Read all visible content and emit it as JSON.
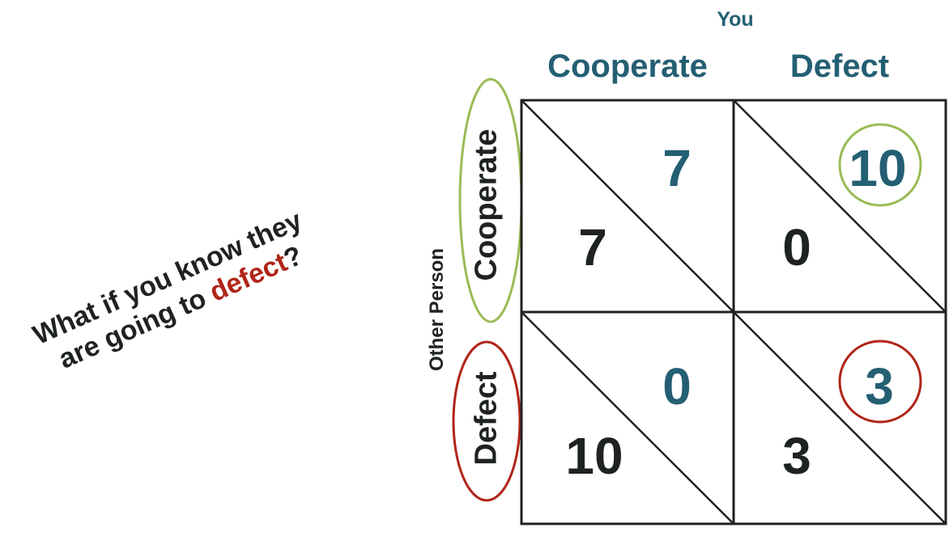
{
  "question": {
    "line1": "What if you know they",
    "line2_before": "are going to ",
    "line2_highlight": "defect",
    "line2_after": "?"
  },
  "column_player": "You",
  "row_player": "Other Person",
  "columns": [
    "Cooperate",
    "Defect"
  ],
  "rows": [
    "Cooperate",
    "Defect"
  ],
  "payoffs": [
    [
      {
        "you": "7",
        "other": "7"
      },
      {
        "you": "10",
        "other": "0"
      }
    ],
    [
      {
        "you": "0",
        "other": "10"
      },
      {
        "you": "3",
        "other": "3"
      }
    ]
  ],
  "colors": {
    "you_text": "#245f73",
    "other_text": "#1f2222",
    "highlight_text": "#b02418",
    "circle_cooperate": "#99bb55",
    "circle_defect": "#b02418"
  }
}
